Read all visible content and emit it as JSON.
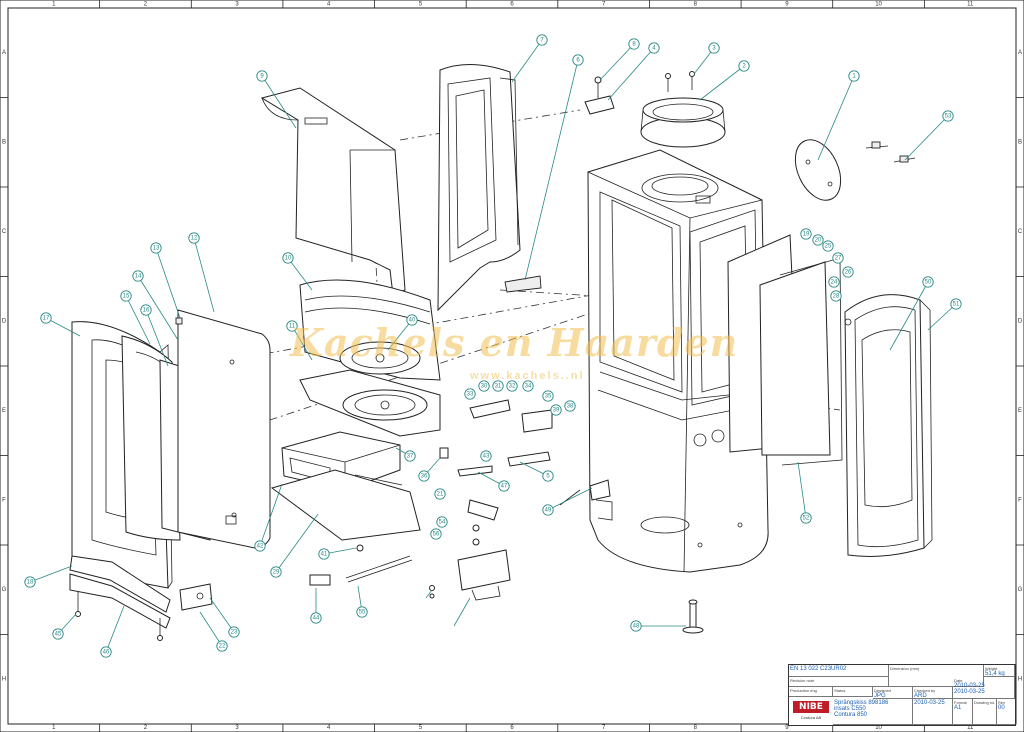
{
  "grid": {
    "columns": [
      "1",
      "2",
      "3",
      "4",
      "5",
      "6",
      "7",
      "8",
      "9",
      "10",
      "11"
    ],
    "rows": [
      "A",
      "B",
      "C",
      "D",
      "E",
      "F",
      "G",
      "H"
    ]
  },
  "watermark": {
    "main": "Kachels en Haarden",
    "sub": "www.kachels..nl"
  },
  "callouts": {
    "c1": "1",
    "c2": "2",
    "c3": "3",
    "c4": "4",
    "c5": "5",
    "c6": "6",
    "c7": "7",
    "c8": "8",
    "c9": "9",
    "c10": "10",
    "c11": "11",
    "c12": "12",
    "c13": "13",
    "c14": "14",
    "c15": "15",
    "c16": "16",
    "c17": "17",
    "c18": "18",
    "c19": "19",
    "c20": "20",
    "c21": "21",
    "c22": "22",
    "c23": "23",
    "c24": "24",
    "c25": "25",
    "c26": "26",
    "c27": "27",
    "c28": "28",
    "c29": "29",
    "c30": "30",
    "c31": "31",
    "c32": "32",
    "c33": "33",
    "c34": "34",
    "c35": "35",
    "c36": "36",
    "c37": "37",
    "c38": "38",
    "c39": "39",
    "c40": "40",
    "c41": "41",
    "c42": "42",
    "c43": "43",
    "c44": "44",
    "c45": "45",
    "c46": "46",
    "c47": "47",
    "c48": "48",
    "c49": "49",
    "c50": "50",
    "c51": "51",
    "c52": "52",
    "c53": "53",
    "c54": "54",
    "c55": "55",
    "c56": "56"
  },
  "title_block": {
    "standard": "EN 13 022 C23UR02",
    "revision_note": "Revision note",
    "production_eng": "Production eng",
    "status": "Status",
    "designed": "Designed",
    "designed_value": "JPG",
    "checked": "Checked by",
    "checked_value": "ARD",
    "approved_date": "2010-03-25",
    "drawing_name_1": "Sprängskiss 898186",
    "drawing_name_2": "insats C550",
    "drawing_name_3": "Contura 850",
    "dimension": "Dimension (mm)",
    "weight_label": "Weight",
    "weight": "51,4 kg",
    "date_label": "Date",
    "date": "2010-03-25",
    "check_date": "2010-03-25",
    "format_label": "Format",
    "format": "A1",
    "drawing_no_label": "Drawing no.",
    "rev_label": "Rev",
    "rev": "00",
    "brand": "NIBE",
    "brand_sub": "Contura AB"
  }
}
